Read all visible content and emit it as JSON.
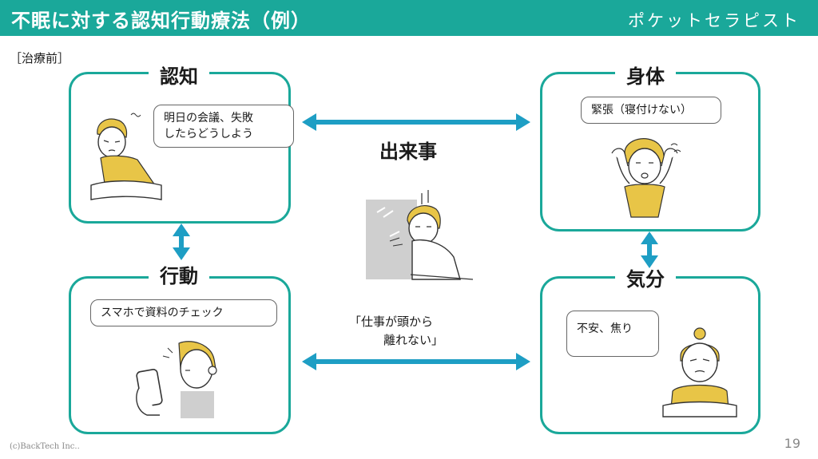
{
  "header": {
    "title": "不眠に対する認知行動療法（例）",
    "brand": "ポケットセラピスト"
  },
  "section_label": "［治療前］",
  "boxes": {
    "cognition": {
      "title": "認知",
      "bubble_line1": "明日の会議、失敗",
      "bubble_line2": "したらどうしよう"
    },
    "body": {
      "title": "身体",
      "bubble": "緊張（寝付けない）"
    },
    "behavior": {
      "title": "行動",
      "bubble": "スマホで資料のチェック"
    },
    "mood": {
      "title": "気分",
      "bubble": "不安、焦り"
    }
  },
  "center": {
    "title": "出来事",
    "quote_line1": "「仕事が頭から",
    "quote_line2": "離れない」"
  },
  "footer": {
    "copyright": "(c)BackTech Inc..",
    "page_number": "19"
  },
  "colors": {
    "teal": "#1aa89a",
    "arrow": "#1e9ec4",
    "shirt": "#e8c547"
  }
}
